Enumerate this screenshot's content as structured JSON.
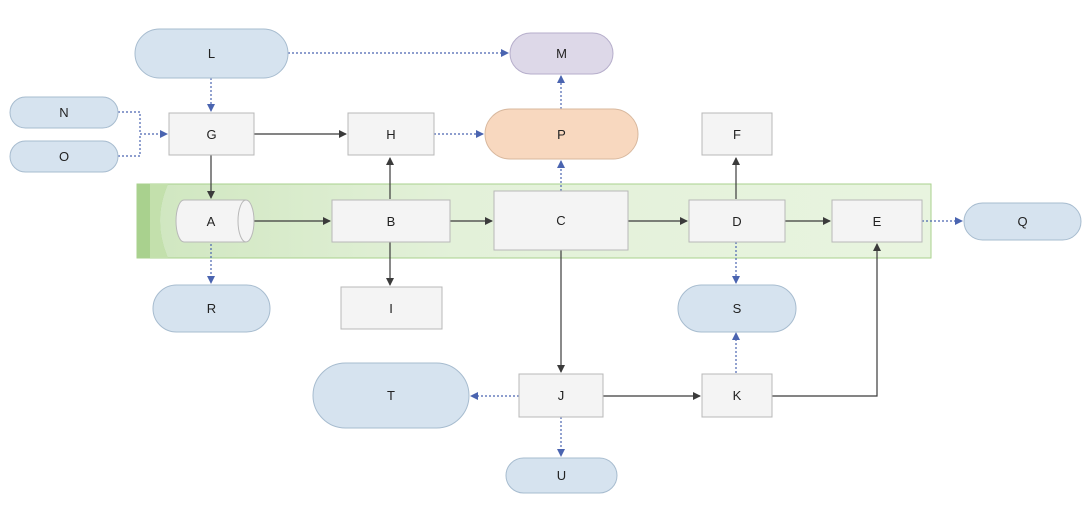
{
  "colors": {
    "band": "#e2f0d9",
    "band_border": "#a9d18e",
    "band_tab": "#a9d18e",
    "box_fill": "#f4f4f4",
    "box_stroke": "#b8b8b8",
    "ellipse_fill": "#d6e3ef",
    "ellipse_stroke": "#a7bccf",
    "accent_m": "#ddd8e8",
    "accent_p": "#f8d8bf",
    "solid_line": "#3b3b3b",
    "dotted_line": "#4a64b0"
  },
  "nodes": {
    "A": "A",
    "B": "B",
    "C": "C",
    "D": "D",
    "E": "E",
    "F": "F",
    "G": "G",
    "H": "H",
    "I": "I",
    "J": "J",
    "K": "K",
    "L": "L",
    "M": "M",
    "N": "N",
    "O": "O",
    "P": "P",
    "Q": "Q",
    "R": "R",
    "S": "S",
    "T": "T",
    "U": "U"
  },
  "edges": [
    {
      "from": "L",
      "to": "M",
      "style": "dotted"
    },
    {
      "from": "L",
      "to": "G",
      "style": "dotted"
    },
    {
      "from": "N",
      "to": "G",
      "style": "dotted"
    },
    {
      "from": "O",
      "to": "G",
      "style": "dotted"
    },
    {
      "from": "G",
      "to": "H",
      "style": "solid"
    },
    {
      "from": "H",
      "to": "P",
      "style": "dotted"
    },
    {
      "from": "P",
      "to": "M",
      "style": "dotted"
    },
    {
      "from": "G",
      "to": "A",
      "style": "solid"
    },
    {
      "from": "A",
      "to": "B",
      "style": "solid"
    },
    {
      "from": "B",
      "to": "H",
      "style": "solid"
    },
    {
      "from": "B",
      "to": "C",
      "style": "solid"
    },
    {
      "from": "B",
      "to": "I",
      "style": "solid"
    },
    {
      "from": "C",
      "to": "P",
      "style": "dotted"
    },
    {
      "from": "C",
      "to": "D",
      "style": "solid"
    },
    {
      "from": "C",
      "to": "J",
      "style": "solid"
    },
    {
      "from": "D",
      "to": "F",
      "style": "solid"
    },
    {
      "from": "D",
      "to": "E",
      "style": "solid"
    },
    {
      "from": "D",
      "to": "S",
      "style": "dotted"
    },
    {
      "from": "E",
      "to": "Q",
      "style": "dotted"
    },
    {
      "from": "A",
      "to": "R",
      "style": "dotted"
    },
    {
      "from": "J",
      "to": "T",
      "style": "dotted"
    },
    {
      "from": "J",
      "to": "U",
      "style": "dotted"
    },
    {
      "from": "J",
      "to": "K",
      "style": "solid"
    },
    {
      "from": "K",
      "to": "S",
      "style": "dotted"
    },
    {
      "from": "K",
      "to": "E",
      "style": "solid"
    }
  ]
}
